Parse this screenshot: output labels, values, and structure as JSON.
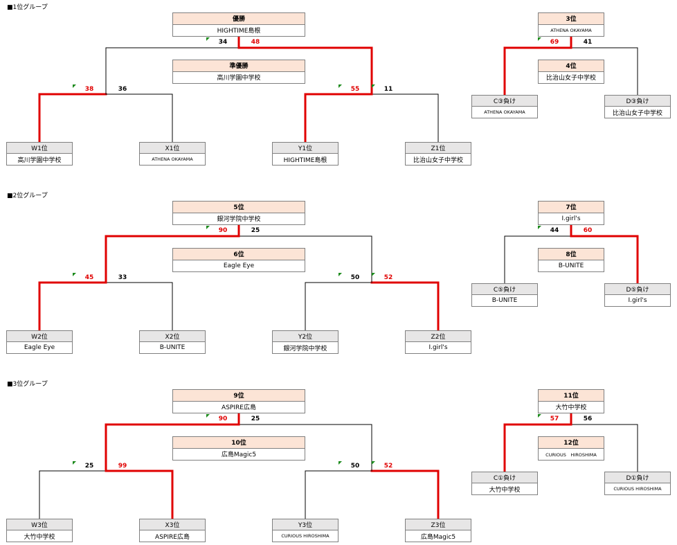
{
  "groups": [
    {
      "title": "■1位グループ",
      "left": {
        "champion": {
          "header": "優勝",
          "team": "HIGHTIME島根"
        },
        "runnerup": {
          "header": "準優勝",
          "team": "高川学園中学校"
        },
        "final": {
          "left_score": "34",
          "right_score": "48",
          "winner": "right"
        },
        "semi_left": {
          "left_score": "38",
          "right_score": "36",
          "winner": "left"
        },
        "semi_right": {
          "left_score": "55",
          "right_score": "11",
          "winner": "left"
        },
        "teams": [
          {
            "header": "W1位",
            "team": "高川学園中学校"
          },
          {
            "header": "X1位",
            "team": "ATHENA OKAYAMA"
          },
          {
            "header": "Y1位",
            "team": "HIGHTIME島根"
          },
          {
            "header": "Z1位",
            "team": "比治山女子中学校"
          }
        ]
      },
      "right": {
        "top": {
          "header": "3位",
          "team": "ATHENA OKAYAMA"
        },
        "bottom": {
          "header": "4位",
          "team": "比治山女子中学校"
        },
        "match": {
          "left_score": "69",
          "right_score": "41",
          "winner": "left"
        },
        "teams": [
          {
            "header": "C③負け",
            "team": "ATHENA OKAYAMA"
          },
          {
            "header": "D③負け",
            "team": "比治山女子中学校"
          }
        ]
      }
    },
    {
      "title": "■2位グループ",
      "left": {
        "champion": {
          "header": "5位",
          "team": "銀河学院中学校"
        },
        "runnerup": {
          "header": "6位",
          "team": "Eagle Eye"
        },
        "final": {
          "left_score": "90",
          "right_score": "25",
          "winner": "left"
        },
        "semi_left": {
          "left_score": "45",
          "right_score": "33",
          "winner": "left"
        },
        "semi_right": {
          "left_score": "50",
          "right_score": "52",
          "winner": "right"
        },
        "teams": [
          {
            "header": "W2位",
            "team": "Eagle Eye"
          },
          {
            "header": "X2位",
            "team": "B-UNITE"
          },
          {
            "header": "Y2位",
            "team": "銀河学院中学校"
          },
          {
            "header": "Z2位",
            "team": "I.girl's"
          }
        ]
      },
      "right": {
        "top": {
          "header": "7位",
          "team": "I.girl's"
        },
        "bottom": {
          "header": "8位",
          "team": "B-UNITE"
        },
        "match": {
          "left_score": "44",
          "right_score": "60",
          "winner": "right"
        },
        "teams": [
          {
            "header": "C⑤負け",
            "team": "B-UNITE"
          },
          {
            "header": "D⑤負け",
            "team": "I.girl's"
          }
        ]
      }
    },
    {
      "title": "■3位グループ",
      "left": {
        "champion": {
          "header": "9位",
          "team": "ASPIRE広島"
        },
        "runnerup": {
          "header": "10位",
          "team": "広島Magic5"
        },
        "final": {
          "left_score": "90",
          "right_score": "25",
          "winner": "left"
        },
        "semi_left": {
          "left_score": "25",
          "right_score": "99",
          "winner": "right"
        },
        "semi_right": {
          "left_score": "50",
          "right_score": "52",
          "winner": "right"
        },
        "teams": [
          {
            "header": "W3位",
            "team": "大竹中学校"
          },
          {
            "header": "X3位",
            "team": "ASPIRE広島"
          },
          {
            "header": "Y3位",
            "team": "CURIOUS HIROSHIMA"
          },
          {
            "header": "Z3位",
            "team": "広島Magic5"
          }
        ]
      },
      "right": {
        "top": {
          "header": "11位",
          "team": "大竹中学校"
        },
        "bottom": {
          "header": "12位",
          "team": "CURIOUS　HIROSHIMA"
        },
        "match": {
          "left_score": "57",
          "right_score": "56",
          "winner": "left"
        },
        "teams": [
          {
            "header": "C①負け",
            "team": "大竹中学校"
          },
          {
            "header": "D①負け",
            "team": "CURIOUS HIROSHIMA"
          }
        ]
      }
    }
  ],
  "colors": {
    "win_line": "#e00000",
    "line": "#000000",
    "header_result": "#fce4d6",
    "header_team": "#e7e6e6",
    "flag": "#1b8a1b"
  }
}
